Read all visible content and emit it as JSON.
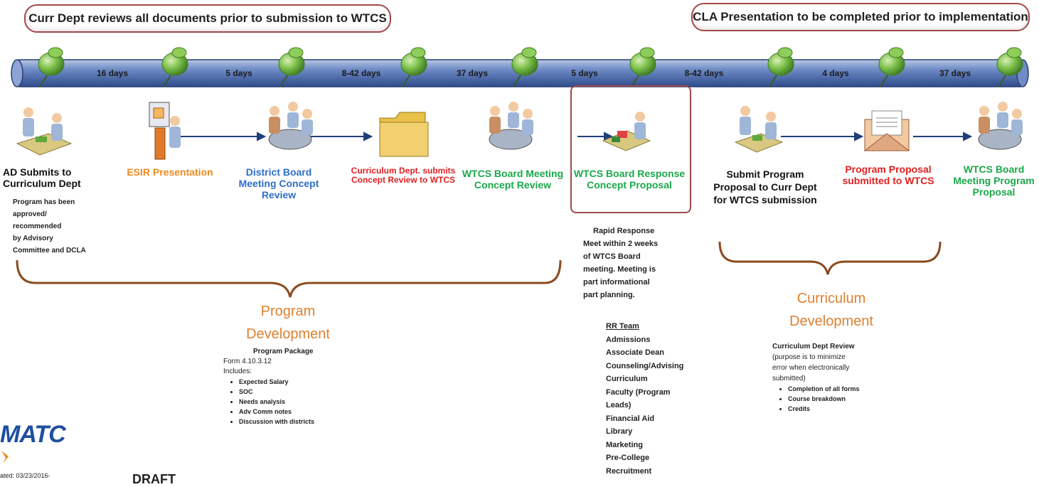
{
  "callouts": {
    "left": "Curr Dept reviews all documents prior to submission to WTCS",
    "right": "CLA Presentation to be completed prior to implementation"
  },
  "timeline": {
    "intervals": [
      "16 days",
      "5 days",
      "8-42 days",
      "37 days",
      "5 days",
      "8-42 days",
      "4 days",
      "37 days"
    ]
  },
  "colors": {
    "bar": "#4f6fb0",
    "pin": "#5fa83a",
    "orange": "#e08a2e",
    "blue": "#2e6ec9",
    "red": "#e02020",
    "green": "#1aa84a",
    "bracket": "#8a4b1e",
    "outline": "#a04a4a"
  },
  "stages": [
    {
      "title": "AD Submits to Curriculum Dept",
      "icon": "meeting-icon"
    },
    {
      "title": "ESIR Presentation",
      "icon": "presenter-icon"
    },
    {
      "title": "District Board Meeting Concept Review",
      "icon": "board-meeting-icon"
    },
    {
      "title": "Curriculum Dept. submits Concept Review to WTCS",
      "icon": "folder-icon"
    },
    {
      "title": "WTCS Board Meeting Concept Review",
      "icon": "board-meeting-icon"
    },
    {
      "title": "WTCS Board Response Concept Proposal",
      "icon": "desk-worker-icon"
    },
    {
      "title": "Submit Program Proposal to Curr Dept for WTCS submission",
      "icon": "meeting-icon"
    },
    {
      "title": "Program Proposal submitted to WTCS",
      "icon": "envelope-icon"
    },
    {
      "title": "WTCS Board Meeting Program Proposal",
      "icon": "board-meeting-icon"
    }
  ],
  "ad_note": [
    "Program has been",
    "approved/",
    "recommended",
    "by Advisory",
    "Committee and DCLA"
  ],
  "rapid_response": [
    "Rapid Response",
    "Meet within 2 weeks",
    "of WTCS Board",
    "meeting.  Meeting is",
    "part informational",
    "part planning."
  ],
  "rr_team": {
    "heading": "RR Team",
    "members": [
      "Admissions",
      "Associate Dean",
      "Counseling/Advising",
      "Curriculum",
      "Faculty (Program",
      "Leads)",
      "Financial Aid",
      "Library",
      "Marketing",
      "Pre-College",
      "Recruitment"
    ]
  },
  "program_development": {
    "title_line1": "Program",
    "title_line2": "Development",
    "package_heading": "Program Package",
    "form": "Form 4.10.3.12",
    "includes": "Includes:",
    "items": [
      "Expected Salary",
      "SOC",
      "Needs analysis",
      "Adv Comm notes",
      "Discussion with districts"
    ]
  },
  "curriculum_development": {
    "title_line1": "Curriculum",
    "title_line2": "Development",
    "review_heading": "Curriculum Dept Review",
    "review_text": [
      "(purpose is to minimize",
      "error when electronically",
      "submitted)"
    ],
    "items": [
      "Completion of all forms",
      "Course breakdown",
      "Credits"
    ]
  },
  "footer": {
    "logo": "MATC",
    "updated": "ated: 03/23/2016-",
    "draft": "DRAFT"
  }
}
